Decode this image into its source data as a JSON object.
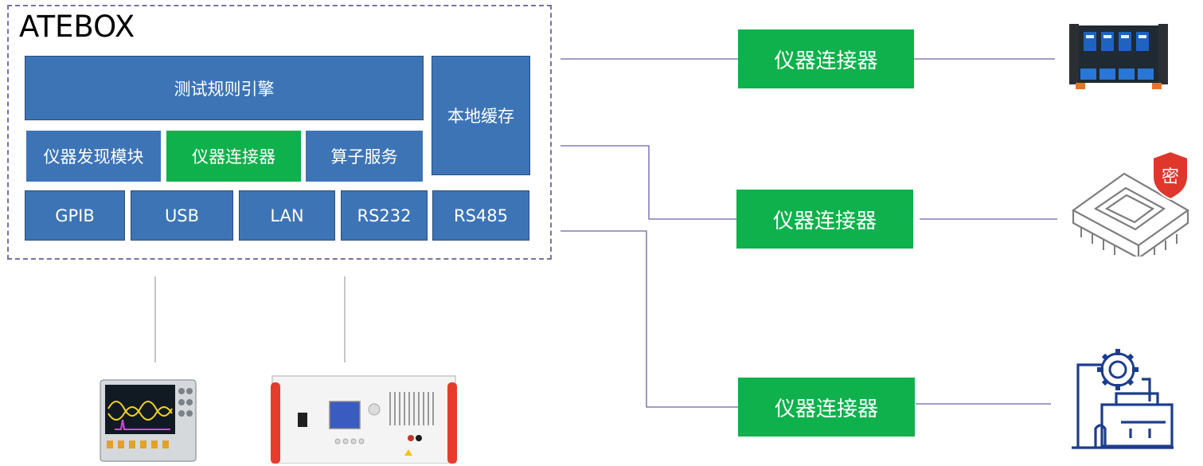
{
  "title": "ATEBOX",
  "atebox": {
    "rule_engine": "测试规则引擎",
    "local_cache": "本地缓存",
    "discovery_module": "仪器发现模块",
    "connector": "仪器连接器",
    "operator_service": "算子服务",
    "interfaces": [
      "GPIB",
      "USB",
      "LAN",
      "RS232",
      "RS485"
    ]
  },
  "connectors": [
    "仪器连接器",
    "仪器连接器",
    "仪器连接器"
  ],
  "icons": {
    "chip_badge": "密",
    "colors": {
      "box_blue": "#3d74b6",
      "green": "#0eb14b",
      "frame_dash": "#7b6fae",
      "line": "#6e62a6",
      "gray_line": "#a6a6a6",
      "chip_red": "#e0372c",
      "icon_navy": "#1d3d8c"
    }
  },
  "devices": [
    "relay-module-icon",
    "secure-chip-icon",
    "industrial-machine-icon",
    "oscilloscope-icon",
    "power-amplifier-icon"
  ]
}
